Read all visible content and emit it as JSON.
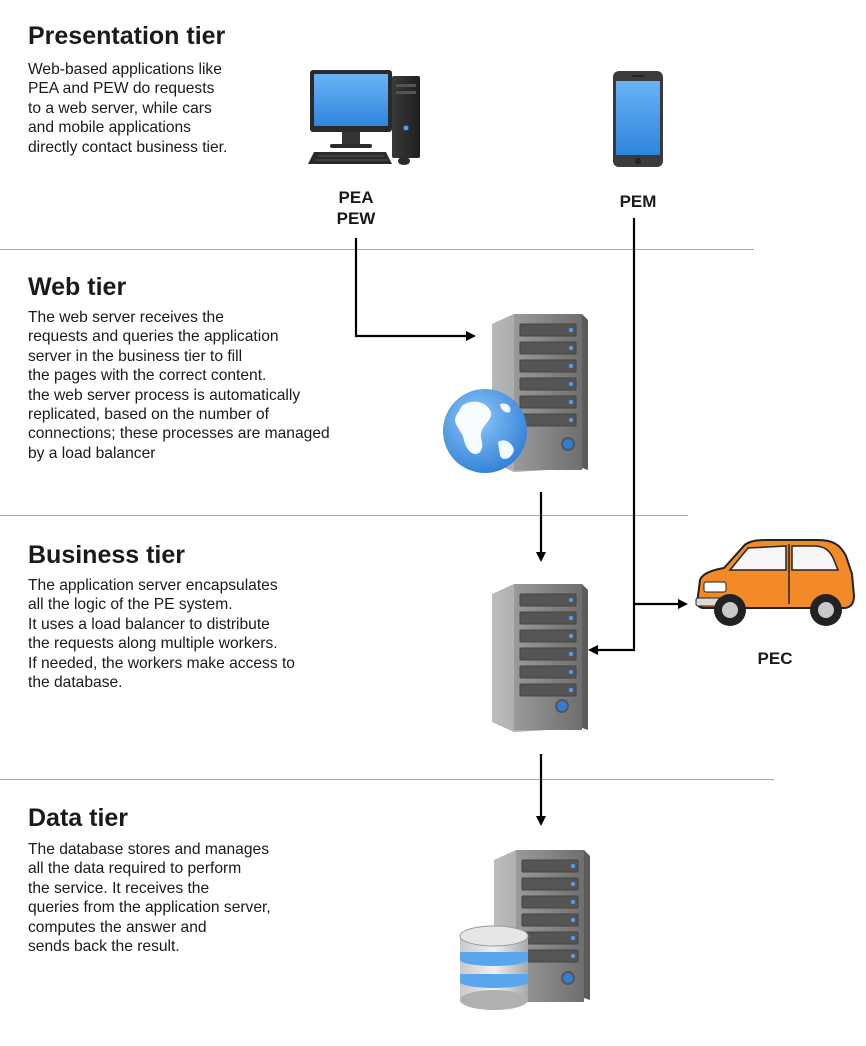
{
  "tiers": {
    "presentation": {
      "title": "Presentation tier",
      "lines": [
        "Web-based applications like",
        "PEA and PEW do requests",
        "to a web server, while cars",
        "and mobile applications",
        "directly contact business tier."
      ]
    },
    "web": {
      "title": "Web tier",
      "lines": [
        "The web server receives the",
        "requests and queries the application",
        "server in the business tier to fill",
        "the pages with the correct content.",
        "the web server process is automatically",
        "replicated, based on the number of",
        "connections; these processes are managed",
        "by a load balancer"
      ]
    },
    "business": {
      "title": "Business tier",
      "lines": [
        "The application server encapsulates",
        "all the logic of the PE system.",
        "It uses a load balancer to distribute",
        "the requests along multiple workers.",
        "If needed, the workers make access to",
        "the database."
      ]
    },
    "data": {
      "title": "Data tier",
      "lines": [
        "The database stores and manages",
        "all the data required to perform",
        "the service. It receives the",
        "queries from the application server,",
        "computes the answer and",
        "sends back the result."
      ]
    }
  },
  "nodes": {
    "pea_pew": {
      "line1": "PEA",
      "line2": "PEW",
      "icon": "desktop-computer-icon"
    },
    "pem": {
      "label": "PEM",
      "icon": "smartphone-icon"
    },
    "pec": {
      "label": "PEC",
      "icon": "car-icon"
    },
    "web_server": {
      "icon": "web-server-globe-icon"
    },
    "app_server": {
      "icon": "application-server-icon"
    },
    "db_server": {
      "icon": "database-server-icon"
    }
  },
  "colors": {
    "text": "#1a1a1a",
    "divider": "#a9a9a9",
    "arrow": "#000000",
    "screen_blue": "#3d8fe0",
    "server_gray": "#7d7d7d",
    "server_led": "#2f7fd6",
    "car_orange": "#f28a28"
  }
}
